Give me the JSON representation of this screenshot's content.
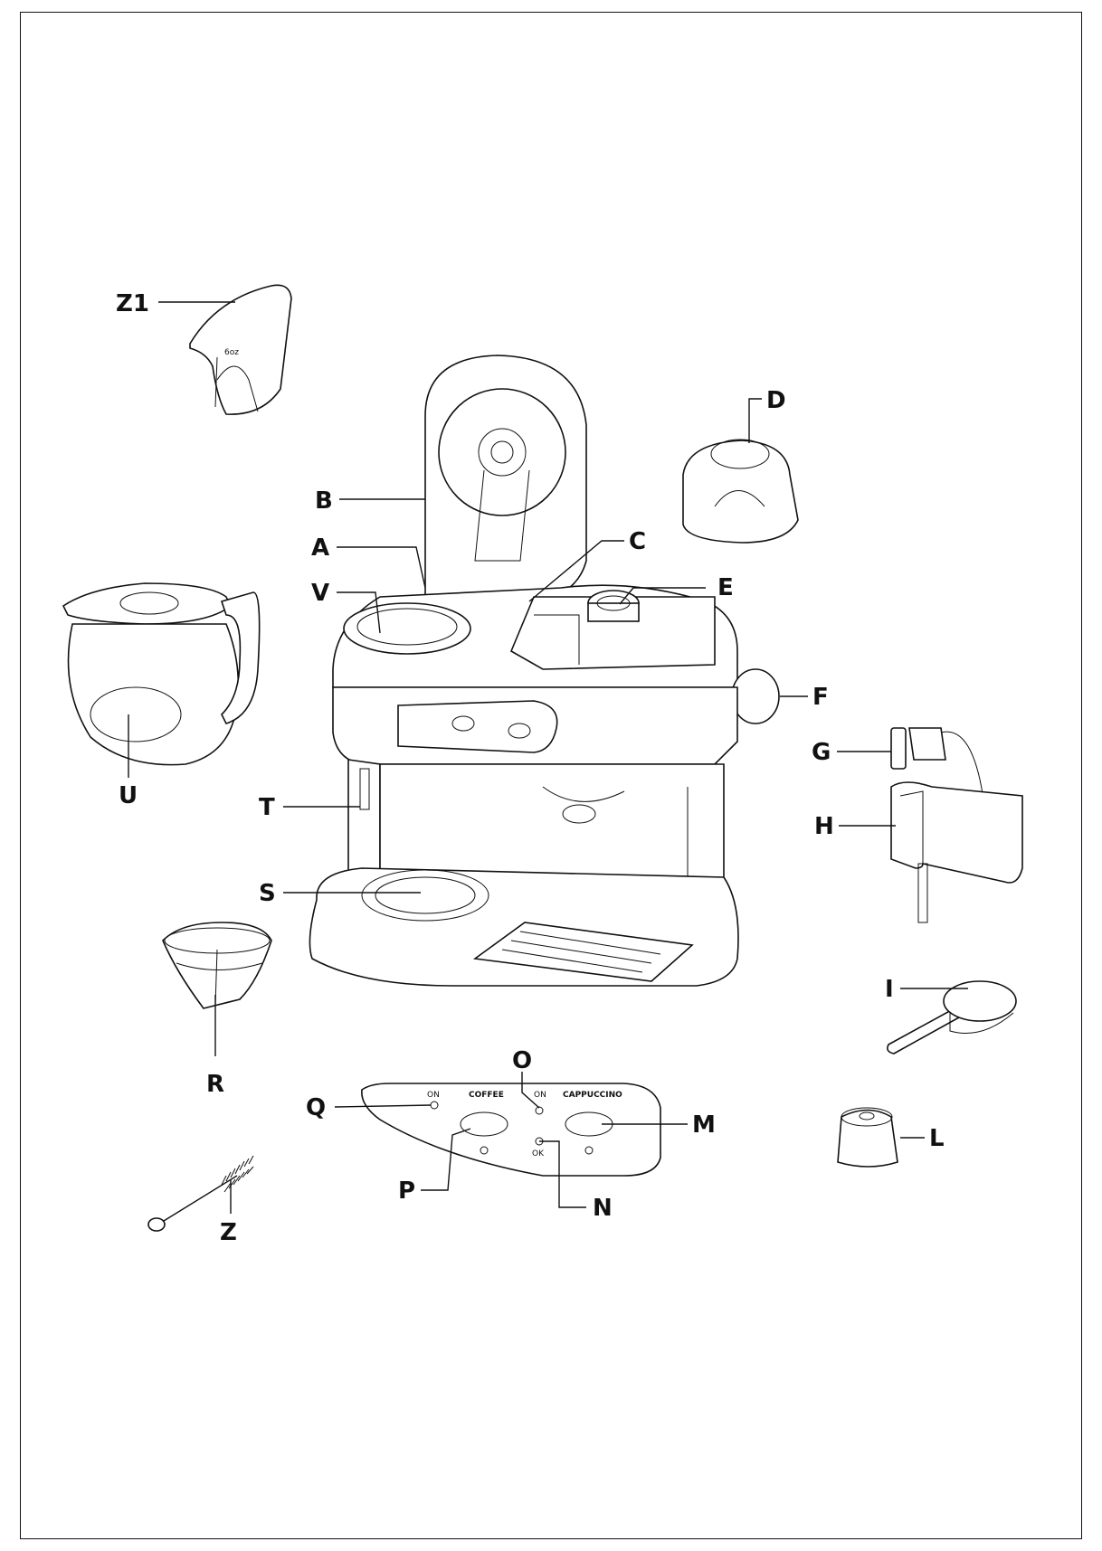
{
  "labels": {
    "Z1": "Z1",
    "B": "B",
    "A": "A",
    "V": "V",
    "C": "C",
    "D": "D",
    "E": "E",
    "F": "F",
    "U": "U",
    "T": "T",
    "S": "S",
    "G": "G",
    "H": "H",
    "I": "I",
    "R": "R",
    "O": "O",
    "Q": "Q",
    "M": "M",
    "P": "P",
    "N": "N",
    "L": "L",
    "Z": "Z"
  },
  "panel": {
    "on_left": "ON",
    "coffee": "COFFEE",
    "on_right": "ON",
    "cappuccino": "CAPPUCCINO",
    "ok": "OK"
  },
  "cup_mark": "6oz"
}
